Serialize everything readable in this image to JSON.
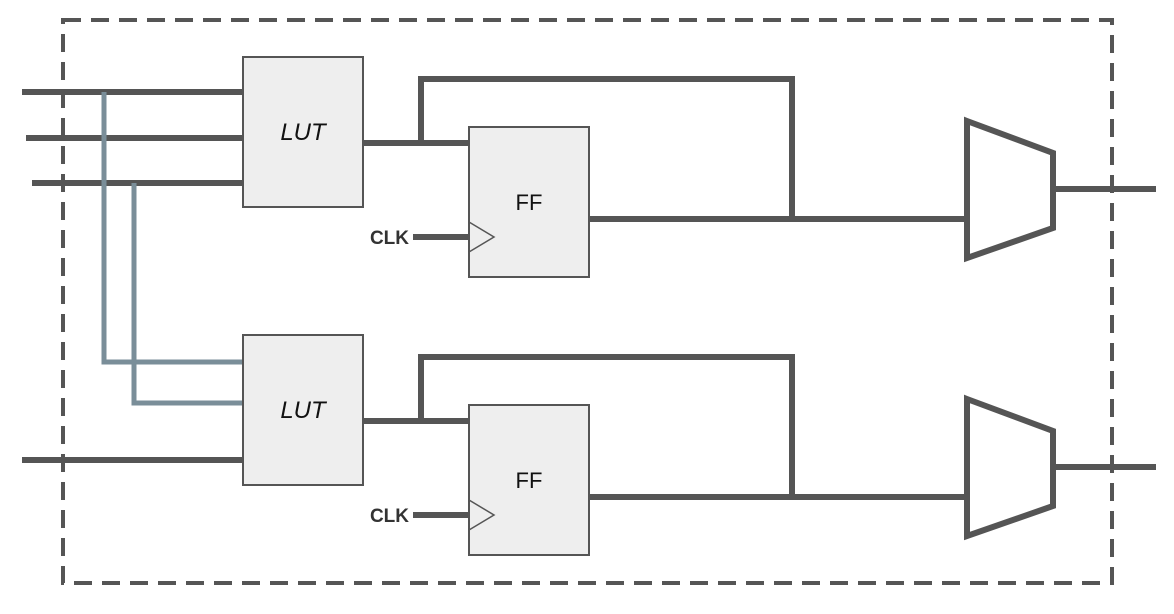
{
  "diagram": {
    "upper": {
      "lut_label": "LUT",
      "ff_label": "FF",
      "clk_label": "CLK"
    },
    "lower": {
      "lut_label": "LUT",
      "ff_label": "FF",
      "clk_label": "CLK"
    }
  },
  "colors": {
    "wire": "#555555",
    "shared_input_wire": "#7a8e99",
    "block_fill": "#eeeeee"
  }
}
